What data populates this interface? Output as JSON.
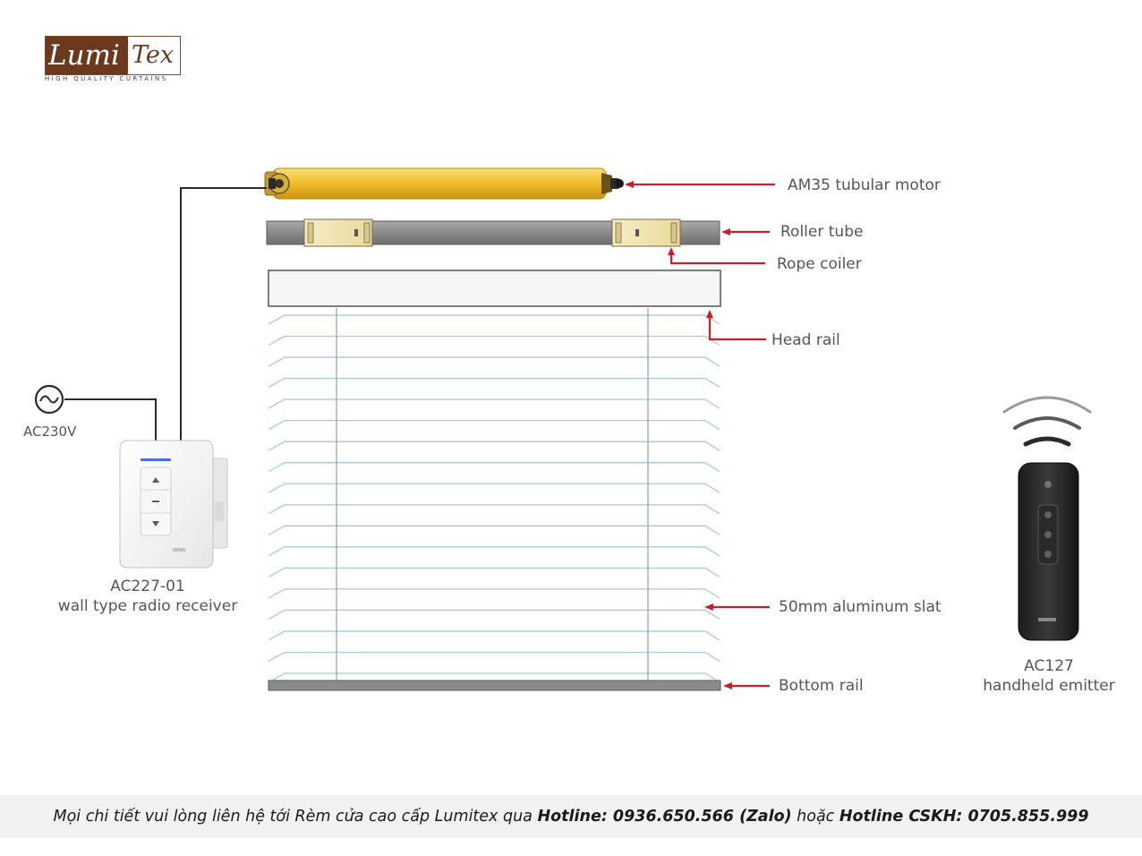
{
  "logo": {
    "word_left": "Lumi",
    "word_right": "Tex",
    "tagline": "HIGH QUALITY CURTAINS",
    "brand_color": "#6b3a1e"
  },
  "labels": {
    "motor": "AM35 tubular motor",
    "roller_tube": "Roller tube",
    "rope_coiler": "Rope coiler",
    "head_rail": "Head rail",
    "slat": "50mm aluminum slat",
    "bottom_rail": "Bottom rail",
    "power": "AC230V",
    "receiver_model": "AC227-01",
    "receiver_desc": "wall type radio receiver",
    "emitter_model": "AC127",
    "emitter_desc": "handheld emitter"
  },
  "colors": {
    "leader_line": "#c8202a",
    "motor": "#f2c02e",
    "rail_gray": "#888888",
    "slat_line": "#a9c8de"
  },
  "footer": {
    "intro": "Mọi chi tiết vui lòng liên hệ tới Rèm cửa cao cấp Lumitex qua ",
    "hotline_label": "Hotline: 0936.650.566 (Zalo)",
    "connector": " hoặc ",
    "cskh_label": "Hotline CSKH: 0705.855.999"
  }
}
